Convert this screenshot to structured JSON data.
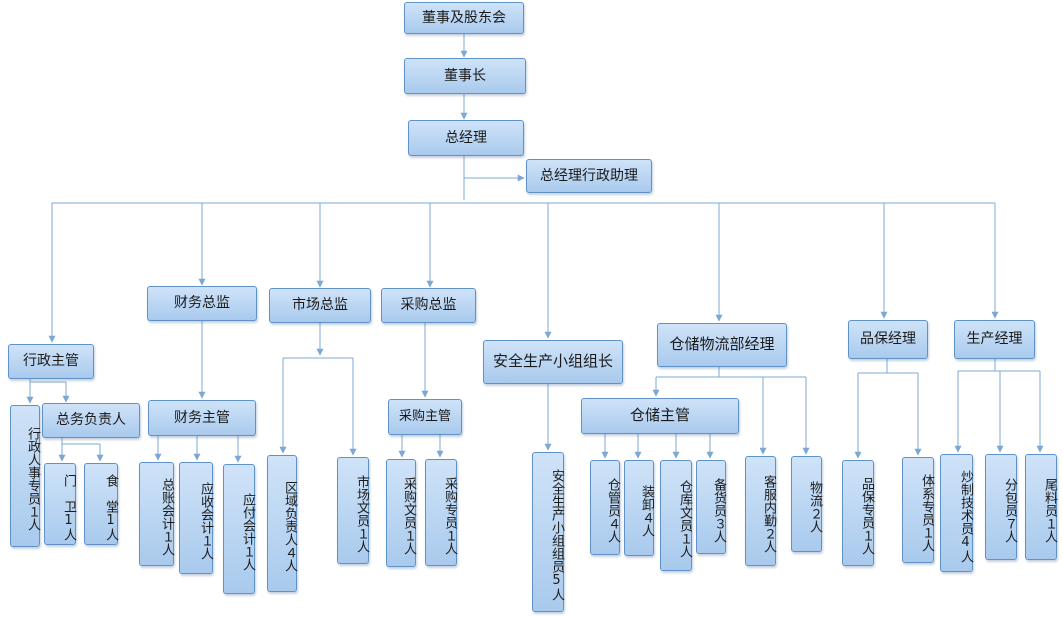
{
  "nodes": {
    "board": "董事及股东会",
    "chairman": "董事长",
    "gm": "总经理",
    "gm_assistant": "总经理行政助理",
    "admin_supervisor": "行政主管",
    "general_affairs": "总务负责人",
    "hr_specialist": "行政人事专员１人",
    "gate_guard": "门　卫1人",
    "canteen": "食　堂1人",
    "finance_director": "财务总监",
    "finance_supervisor": "财务主管",
    "general_ledger": "总账会计１人",
    "receivable": "应收会计１人",
    "payable": "应付会计１人",
    "marketing_director": "市场总监",
    "regional_manager": "区域负责人４人",
    "marketing_clerk": "市场文员１人",
    "purchasing_director": "采购总监",
    "purchasing_supervisor": "采购主管",
    "purchasing_clerk": "采购文员１人",
    "purchasing_specialist": "采购专员１人",
    "safety_leader": "安全生产小组组长",
    "safety_members": "安全生产小组组员5人",
    "warehouse_manager": "仓储物流部经理",
    "warehouse_supervisor": "仓储主管",
    "warehouse_keeper": "仓管员４人",
    "loading": "装卸４人",
    "warehouse_clerk": "仓库文员１人",
    "stock_prep": "备货员３人",
    "customer_service": "客服内勤２人",
    "logistics": "物流２人",
    "qa_manager": "品保经理",
    "qa_specialist": "品保专员１人",
    "system_specialist": "体系专员１人",
    "production_manager": "生产经理",
    "process_tech": "炒制技术员4人",
    "packer": "分包员７人",
    "scrap_clerk": "尾料员１人"
  },
  "colors": {
    "box_fill_top": "#cfe3f8",
    "box_fill_bottom": "#a9caed",
    "box_border": "#5f93c8",
    "connector": "#7da8d4"
  }
}
